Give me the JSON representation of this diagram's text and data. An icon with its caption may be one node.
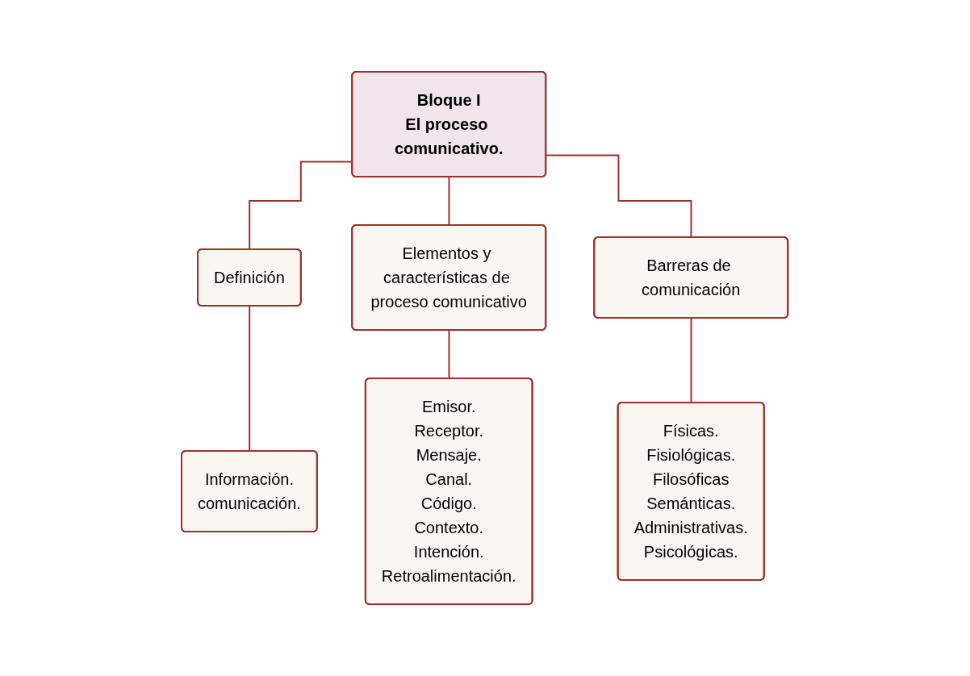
{
  "diagram": {
    "nodes": [
      {
        "text": [
          "Bloque I",
          "El proceso comunicativo."
        ]
      },
      {
        "text": [
          "Definición"
        ]
      },
      {
        "text": [
          "Elementos y características de proceso comunicativo"
        ]
      },
      {
        "text": [
          "Barreras de comunicación"
        ]
      },
      {
        "text": [
          "Información.",
          "comunicación."
        ]
      },
      {
        "text": [
          "Emisor.",
          "Receptor.",
          "Mensaje.",
          "Canal.",
          "Código.",
          "Contexto.",
          "Intención.",
          "Retroalimentación."
        ]
      },
      {
        "text": [
          "Físicas.",
          "Fisiológicas.",
          "Filosóficas",
          "Semánticas.",
          "Administrativas.",
          "Psicológicas."
        ]
      }
    ],
    "edges": [
      {
        "from": 0,
        "to": 1,
        "arrow": "none"
      },
      {
        "from": 0,
        "to": 2,
        "arrow": "none"
      },
      {
        "from": 0,
        "to": 3,
        "arrow": "none"
      },
      {
        "from": 1,
        "to": 4,
        "arrow": "none"
      },
      {
        "from": 2,
        "to": 5,
        "arrow": "none"
      },
      {
        "from": 3,
        "to": 6,
        "arrow": "none"
      }
    ]
  }
}
